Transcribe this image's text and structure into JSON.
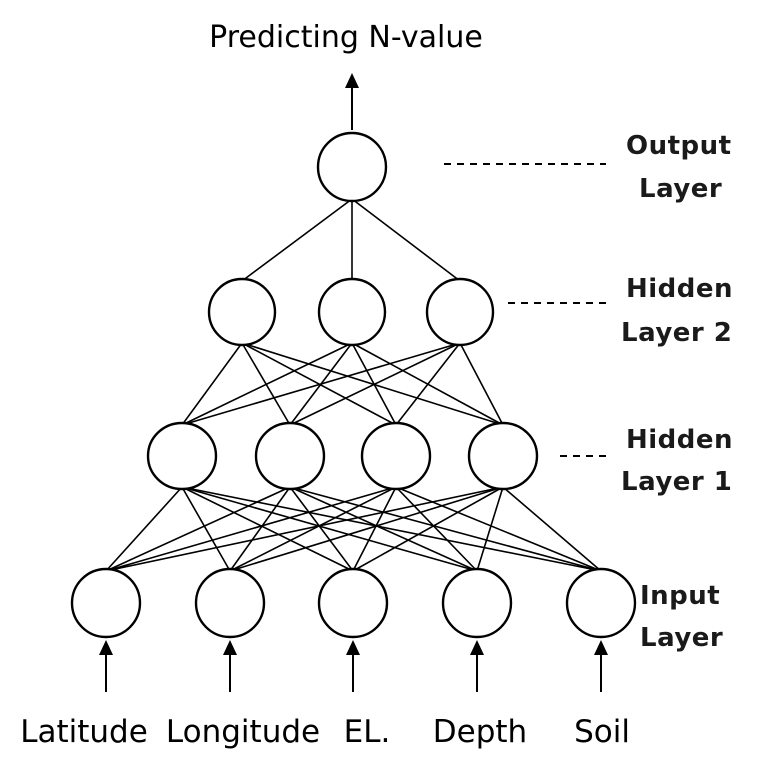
{
  "title": "Predicting N-value",
  "layers": {
    "output": {
      "line1": "Output",
      "line2": "Layer"
    },
    "hidden2": {
      "line1": "Hidden",
      "line2": "Layer 2"
    },
    "hidden1": {
      "line1": "Hidden",
      "line2": "Layer 1"
    },
    "input": {
      "line1": "Input",
      "line2": "Layer"
    }
  },
  "inputs": [
    "Latitude",
    "Longitude",
    "EL.",
    "Depth",
    "Soil"
  ],
  "network": {
    "input_nodes": 5,
    "hidden1_nodes": 4,
    "hidden2_nodes": 3,
    "output_nodes": 1,
    "fully_connected": true
  }
}
